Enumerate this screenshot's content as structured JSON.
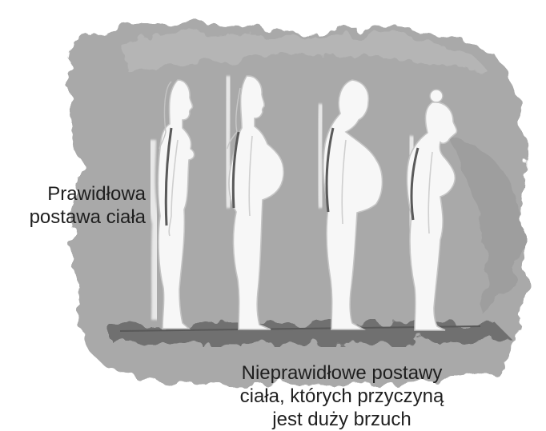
{
  "captions": {
    "correct_posture": {
      "line1": "Prawidłowa",
      "line2": "postawa ciała"
    },
    "incorrect_postures": {
      "line1": "Nieprawidłowe postawy",
      "line2": "ciała, których przyczyną",
      "line3": "jest duży brzuch"
    }
  },
  "figures": [
    {
      "id": "figure-1",
      "posture": "correct"
    },
    {
      "id": "figure-2",
      "posture": "incorrect"
    },
    {
      "id": "figure-3",
      "posture": "incorrect"
    },
    {
      "id": "figure-4",
      "posture": "incorrect"
    }
  ],
  "colors": {
    "background": "#ffffff",
    "brush_gray": "#a9a9a9",
    "floor": "#707070",
    "figure_fill": "#f7f7f7",
    "figure_outline": "#c7c7c7",
    "spine_line": "#555555",
    "text": "#1f1f1f"
  }
}
